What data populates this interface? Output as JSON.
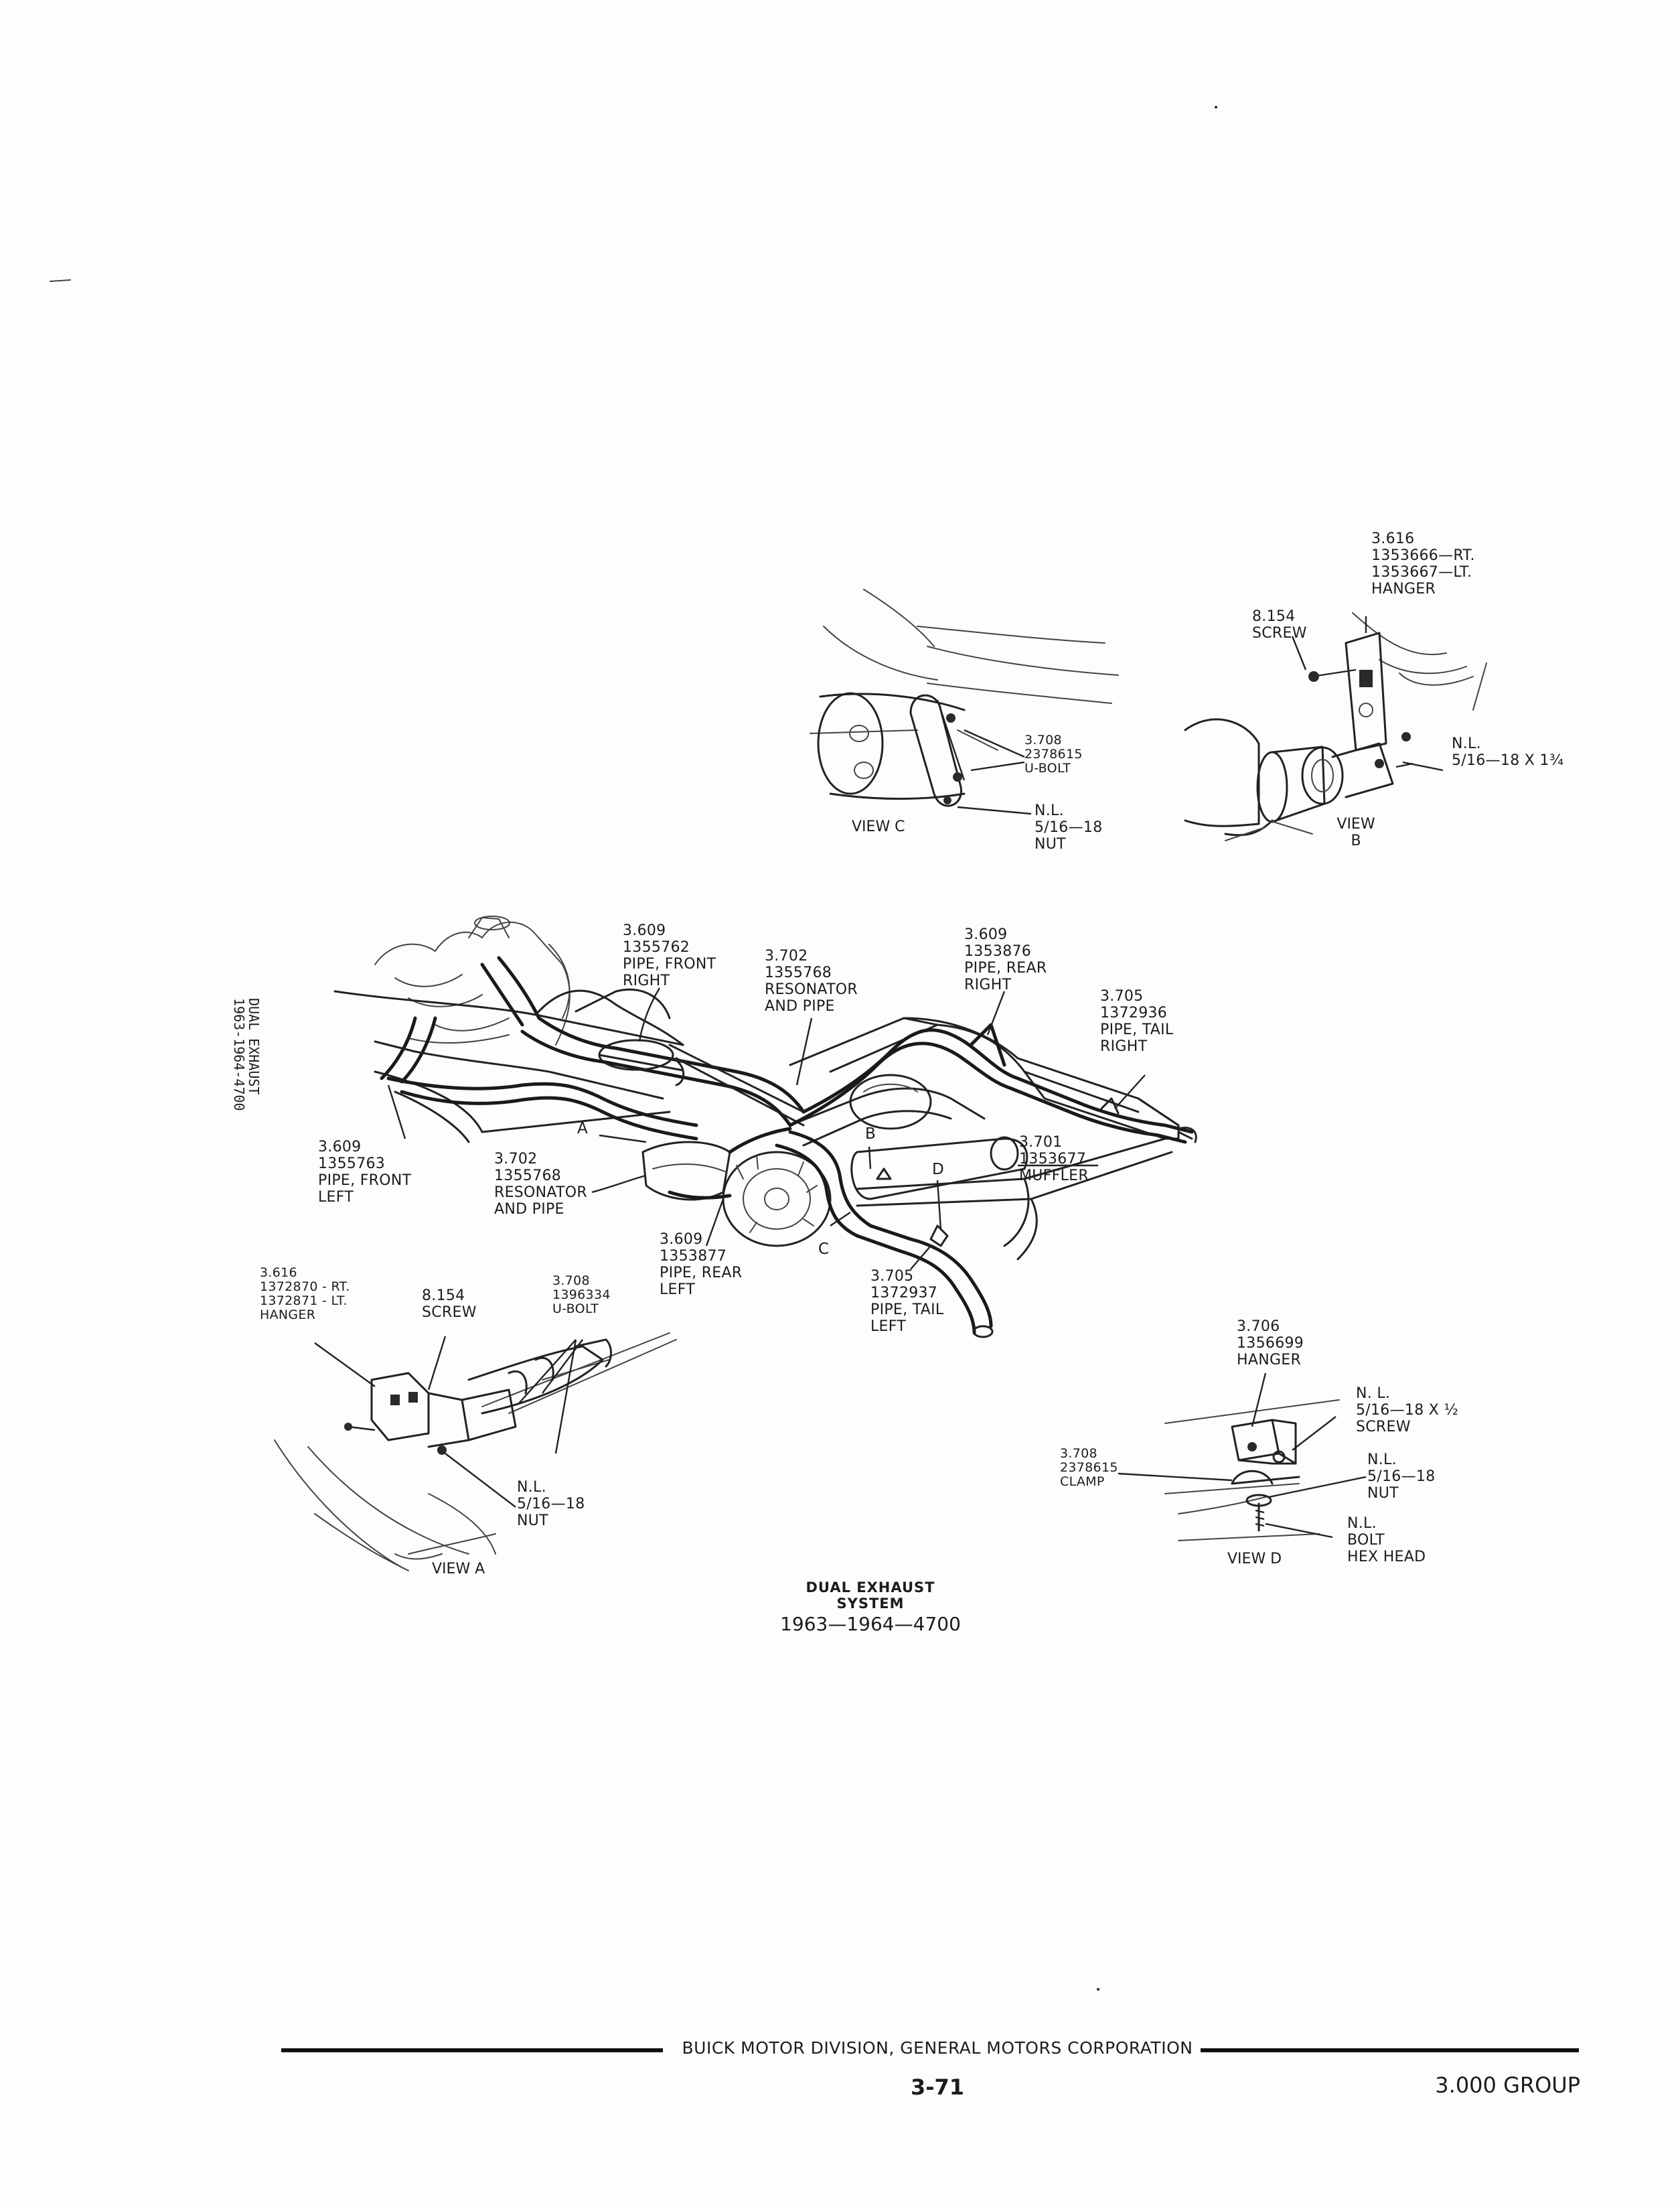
{
  "side_caption": [
    "DUAL EXHAUST",
    "1963-1964-4700"
  ],
  "views": {
    "view_c": {
      "title": "VIEW C",
      "labels": [
        {
          "id": "c_ubolt",
          "lines": [
            "3.708",
            "2378615",
            "U-BOLT"
          ]
        },
        {
          "id": "c_nut",
          "lines": [
            "N.L.",
            "5/16—18",
            "NUT"
          ]
        }
      ]
    },
    "view_b": {
      "title": "VIEW B",
      "labels": [
        {
          "id": "b_hanger",
          "lines": [
            "3.616",
            "1353666—RT.",
            "1353667—LT.",
            "HANGER"
          ]
        },
        {
          "id": "b_screw",
          "lines": [
            "8.154",
            "SCREW"
          ]
        },
        {
          "id": "b_nl",
          "lines": [
            "N.L.",
            "5/16—18 x 1¾"
          ]
        }
      ]
    },
    "view_a": {
      "title": "VIEW A",
      "labels": [
        {
          "id": "a_hanger",
          "lines": [
            "3.616",
            "1372870 - RT.",
            "1372871 - LT.",
            "HANGER"
          ]
        },
        {
          "id": "a_screw",
          "lines": [
            "8.154",
            "SCREW"
          ]
        },
        {
          "id": "a_ubolt",
          "lines": [
            "3.708",
            "1396334",
            "U-BOLT"
          ]
        },
        {
          "id": "a_nut",
          "lines": [
            "N.L.",
            "5/16—18",
            "NUT"
          ]
        }
      ]
    },
    "view_d": {
      "title": "VIEW D",
      "labels": [
        {
          "id": "d_hanger",
          "lines": [
            "3.706",
            "1356699",
            "HANGER"
          ]
        },
        {
          "id": "d_screw",
          "lines": [
            "N. L.",
            "5/16—18 x ½",
            "SCREW"
          ]
        },
        {
          "id": "d_clamp",
          "lines": [
            "3.708",
            "2378615",
            "CLAMP"
          ]
        },
        {
          "id": "d_nut",
          "lines": [
            "N.L.",
            "5/16—18",
            "NUT"
          ]
        },
        {
          "id": "d_bolt",
          "lines": [
            "N.L.",
            "BOLT",
            "HEX HEAD"
          ]
        }
      ]
    }
  },
  "main_labels": [
    {
      "id": "pipe_front_right",
      "lines": [
        "3.609",
        "1355762",
        "PIPE, FRONT",
        "RIGHT"
      ]
    },
    {
      "id": "resonator_upper",
      "lines": [
        "3.702",
        "1355768",
        "RESONATOR",
        "AND PIPE"
      ]
    },
    {
      "id": "pipe_rear_right",
      "lines": [
        "3.609",
        "1353876",
        "PIPE, REAR",
        "RIGHT"
      ]
    },
    {
      "id": "pipe_tail_right",
      "lines": [
        "3.705",
        "1372936",
        "PIPE, TAIL",
        "RIGHT"
      ]
    },
    {
      "id": "pipe_front_left",
      "lines": [
        "3.609",
        "1355763",
        "PIPE, FRONT",
        "LEFT"
      ]
    },
    {
      "id": "resonator_lower",
      "lines": [
        "3.702",
        "1355768",
        "RESONATOR",
        "AND PIPE"
      ]
    },
    {
      "id": "muffler",
      "lines": [
        "3.701",
        "1353677",
        "MUFFLER"
      ]
    },
    {
      "id": "pipe_rear_left",
      "lines": [
        "3.609",
        "1353877",
        "PIPE, REAR",
        "LEFT"
      ]
    },
    {
      "id": "pipe_tail_left",
      "lines": [
        "3.705",
        "1372937",
        "PIPE, TAIL",
        "LEFT"
      ]
    }
  ],
  "view_letters": [
    "A",
    "B",
    "C",
    "D"
  ],
  "diagram_title": {
    "line1": "DUAL EXHAUST SYSTEM",
    "line2": "1963—1964—4700"
  },
  "footer": {
    "corporation": "BUICK MOTOR DIVISION, GENERAL MOTORS CORPORATION",
    "page_number": "3-71",
    "group": "3.000 GROUP"
  }
}
